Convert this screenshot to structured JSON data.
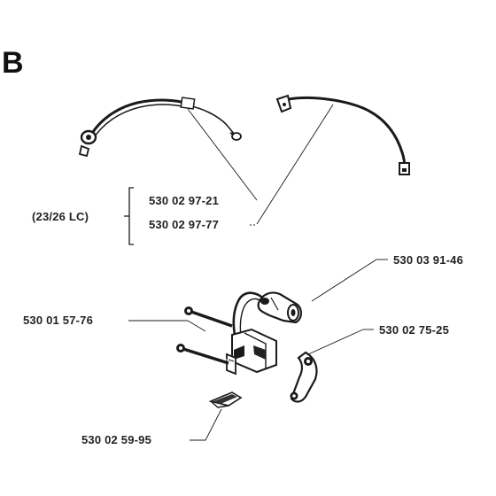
{
  "section": "B",
  "model_note": "(23/26 LC)",
  "parts": {
    "ignition_lead_a": "530 02 97-21",
    "ignition_lead_b": "530 02 97-77",
    "spark_plug_cap": "530 03 91-46",
    "ignition_screw": "530 01 57-76",
    "ignition_clip": "530 02 75-25",
    "insulator": "530 02 59-95"
  }
}
